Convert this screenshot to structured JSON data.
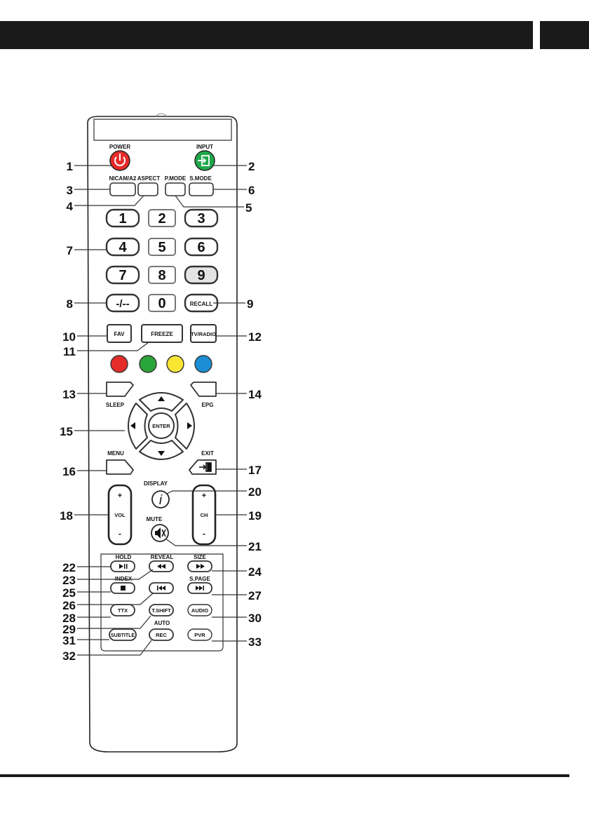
{
  "colors": {
    "power": "#e62b2b",
    "input": "#1fa84a",
    "red": "#e62b2b",
    "green": "#2aa53a",
    "yellow": "#fbe533",
    "blue": "#1b8fd6"
  },
  "labels": {
    "power": "POWER",
    "input": "INPUT",
    "nicam": "NICAM/A2",
    "aspect": "ASPECT",
    "pmode": "P.MODE",
    "smode": "S.MODE",
    "sleep": "SLEEP",
    "epg": "EPG",
    "menu": "MENU",
    "exit": "EXIT",
    "display": "DISPLAY",
    "mute": "MUTE",
    "hold": "HOLD",
    "reveal": "REVEAL",
    "size": "SIZE",
    "index": "INDEX",
    "spage": "S.PAGE",
    "auto": "AUTO"
  },
  "keys": {
    "n1": "1",
    "n2": "2",
    "n3": "3",
    "n4": "4",
    "n5": "5",
    "n6": "6",
    "n7": "7",
    "n8": "8",
    "n9": "9",
    "n0": "0",
    "dash": "-/--",
    "recall": "RECALL",
    "fav": "FAV",
    "freeze": "FREEZE",
    "tvradio": "TV/RADIO",
    "enter": "ENTER",
    "vol": "VOL",
    "ch": "CH",
    "plus": "+",
    "minus": "-",
    "ttx": "TTX",
    "tshift": "T.SHIFT",
    "audio": "AUDIO",
    "subtitle": "SUBTITLE",
    "rec": "REC",
    "pvr": "PVR"
  },
  "callouts": [
    "1",
    "2",
    "3",
    "4",
    "5",
    "6",
    "7",
    "8",
    "9",
    "10",
    "11",
    "12",
    "13",
    "14",
    "15",
    "16",
    "17",
    "18",
    "19",
    "20",
    "21",
    "22",
    "23",
    "24",
    "25",
    "26",
    "27",
    "28",
    "29",
    "30",
    "31",
    "32",
    "33"
  ]
}
